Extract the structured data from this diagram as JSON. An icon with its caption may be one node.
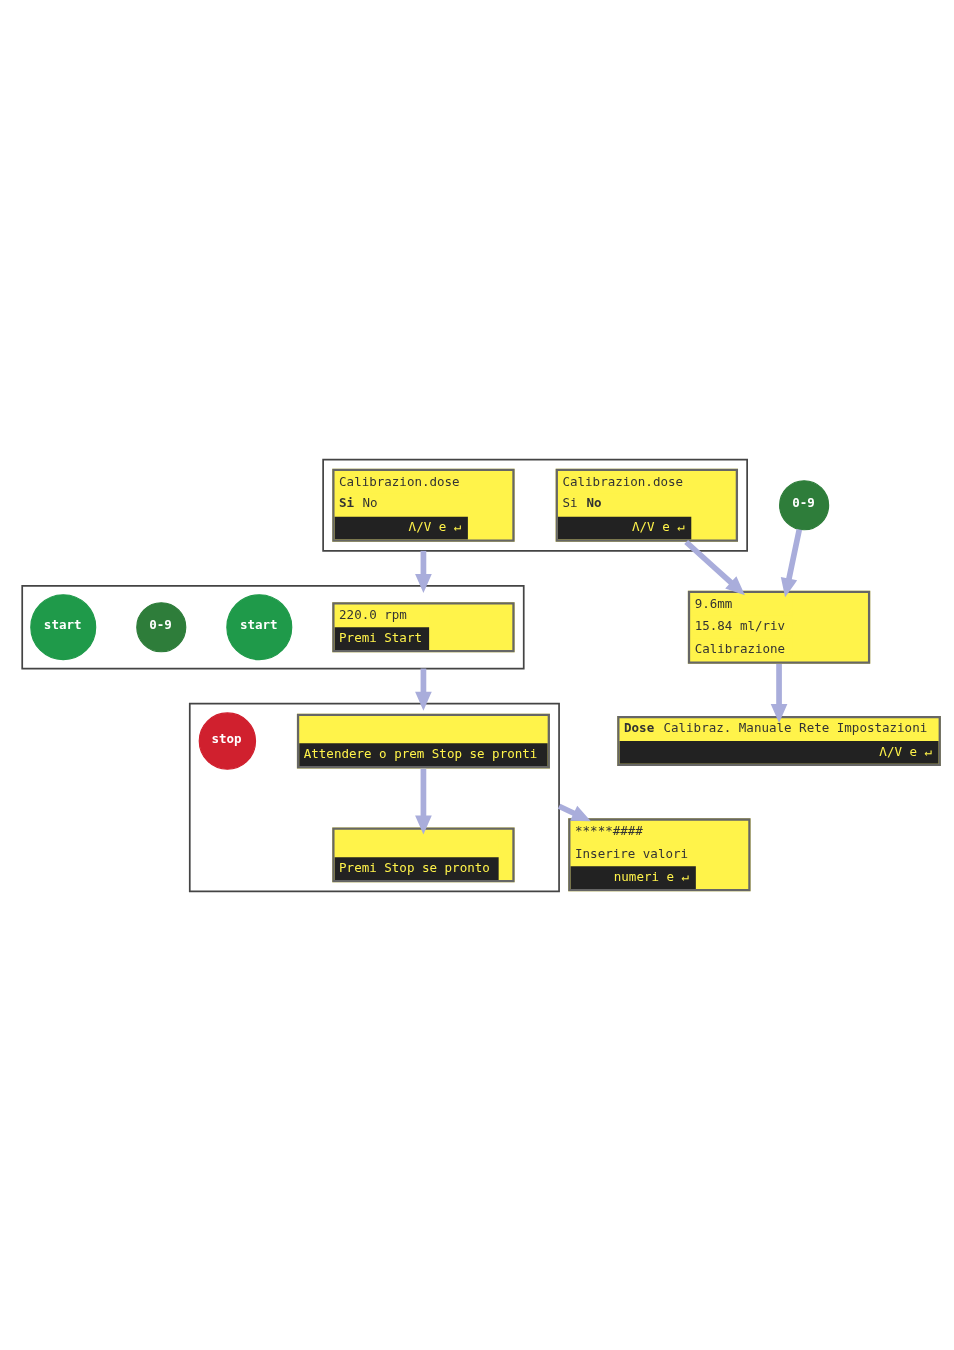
{
  "diagram": {
    "nodes": [
      {
        "text": [],
        "shape": "box"
      },
      {
        "text": [
          "Calibrazion.dose",
          "**Si** No",
          "Λ/V e ↵"
        ],
        "in": 0
      },
      {
        "text": [
          "Calibrazion.dose",
          "Si **No**",
          "Λ/V e ↵"
        ],
        "in": 0
      },
      {
        "text": [],
        "shape": "box"
      },
      {
        "text": [
          "220.0 rpm",
          "Premi Start"
        ],
        "in": 3
      },
      {
        "text": [
          "start"
        ],
        "in": 3
      },
      {
        "text": [
          "0-9"
        ],
        "in": 3
      },
      {
        "text": [
          "start"
        ],
        "in": 3
      },
      {
        "text": [],
        "shape": "box"
      },
      {
        "text": [
          "Attendere o prem Stop se pronti"
        ],
        "in": 8
      },
      {
        "text": [
          "Premi Stop se pronto"
        ],
        "in": 8
      },
      {
        "text": [
          "stop"
        ],
        "in": 8
      },
      {
        "text": [
          "*****####",
          "Inserire valori",
          "numeri e ↵"
        ]
      },
      {
        "text": [
          "0-9"
        ]
      },
      {
        "text": [
          "9.6mm",
          "15.84 ml/riv",
          "Calibrazione"
        ]
      },
      {
        "text": [
          "**Dose** Calibraz. Manuale Rete Impostazioni",
          "Λ/V e ↵"
        ]
      }
    ],
    "edges": [
      {
        "from": 0,
        "to": 3,
        "arrow": "to"
      },
      {
        "from": 3,
        "to": 8,
        "arrow": "to"
      },
      {
        "from": 9,
        "to": 10,
        "arrow": "to"
      },
      {
        "from": 8,
        "to": 12,
        "arrow": "to"
      },
      {
        "from": 13,
        "to": 14,
        "arrow": "to"
      },
      {
        "from": 2,
        "to": 14,
        "arrow": "to"
      },
      {
        "from": 14,
        "to": 15,
        "arrow": "to"
      }
    ]
  }
}
